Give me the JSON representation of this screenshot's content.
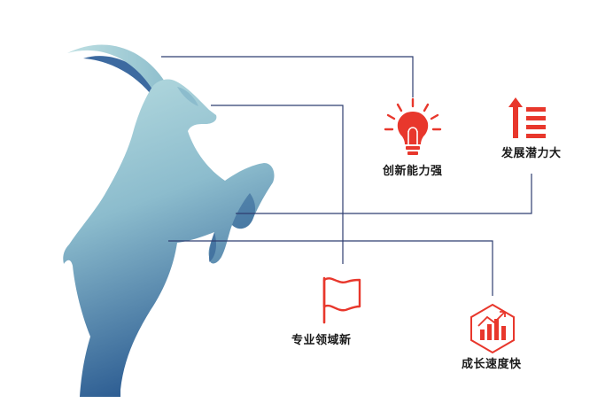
{
  "diagram": {
    "features": [
      {
        "id": "innovation",
        "label": "创新能力强",
        "icon": "lightbulb-icon"
      },
      {
        "id": "potential",
        "label": "发展潜力大",
        "icon": "arrow-up-list-icon"
      },
      {
        "id": "domain",
        "label": "专业领域新",
        "icon": "flag-icon"
      },
      {
        "id": "growth",
        "label": "成长速度快",
        "icon": "growth-chart-icon"
      }
    ],
    "colors": {
      "accent": "#e8372c",
      "connector": "#2e3e70",
      "goat_top": "#a9d3d8",
      "goat_bottom": "#2e5e93",
      "label": "#1a1a1a"
    }
  }
}
